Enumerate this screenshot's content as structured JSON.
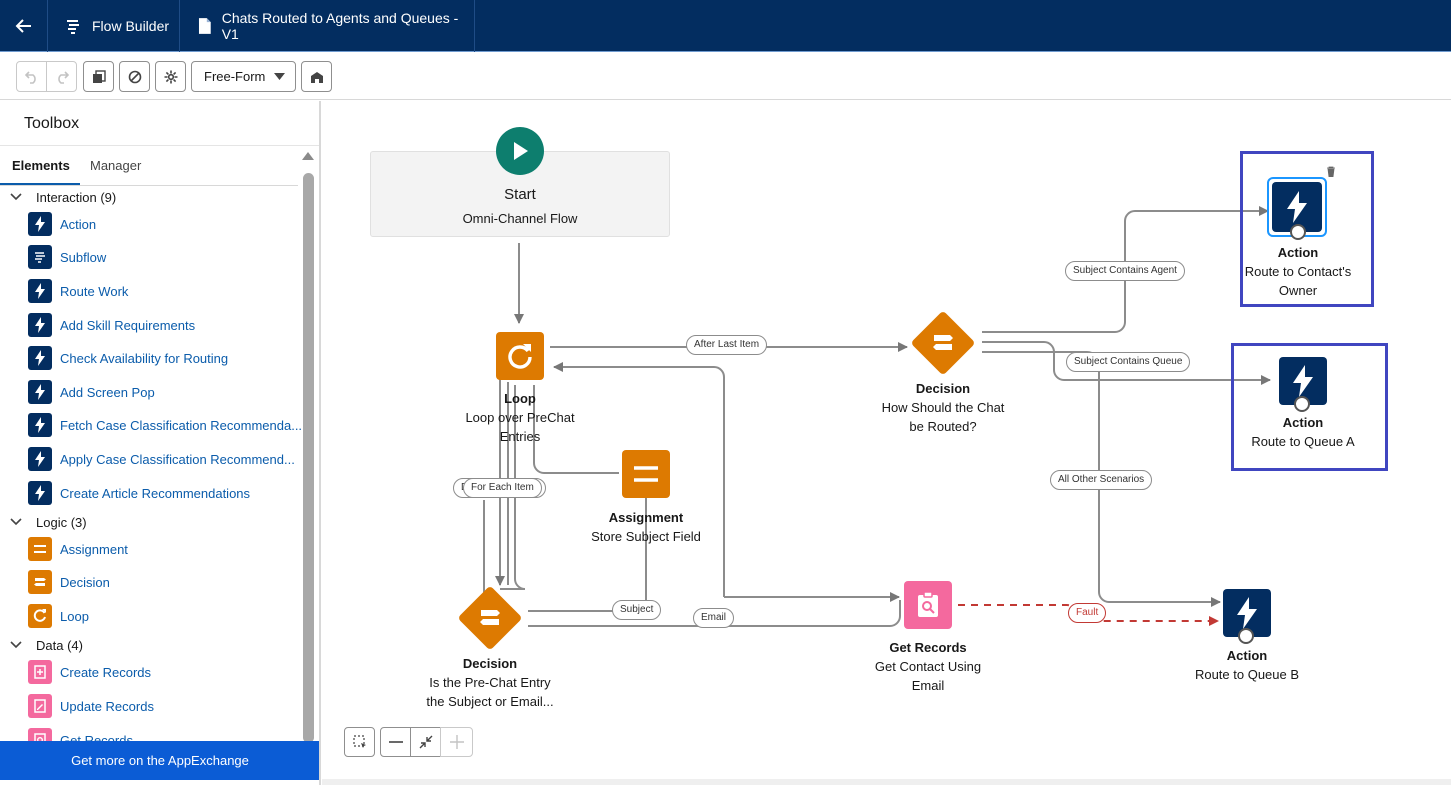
{
  "header": {
    "app_name": "Flow Builder",
    "flow_title": "Chats Routed to Agents and Queues - V1"
  },
  "toolbar": {
    "layout_mode": "Free-Form"
  },
  "toolbox": {
    "title": "Toolbox",
    "tabs": [
      "Elements",
      "Manager"
    ],
    "sections": [
      {
        "label": "Interaction (9)",
        "items": [
          "Action",
          "Subflow",
          "Route Work",
          "Add Skill Requirements",
          "Check Availability for Routing",
          "Add Screen Pop",
          "Fetch Case Classification Recommenda...",
          "Apply Case Classification Recommend...",
          "Create Article Recommendations"
        ]
      },
      {
        "label": "Logic (3)",
        "items": [
          "Assignment",
          "Decision",
          "Loop"
        ]
      },
      {
        "label": "Data (4)",
        "items": [
          "Create Records",
          "Update Records",
          "Get Records"
        ]
      }
    ],
    "appexchange": "Get more on the AppExchange"
  },
  "canvas": {
    "start": {
      "title": "Start",
      "subtitle": "Omni-Channel Flow"
    },
    "loop": {
      "type": "Loop",
      "label_line1": "Loop over PreChat",
      "label_line2": "Entries"
    },
    "assignment": {
      "type": "Assignment",
      "label": "Store Subject Field"
    },
    "decision1": {
      "type": "Decision",
      "label_line1": "How Should the Chat",
      "label_line2": "be Routed?"
    },
    "decision2": {
      "type": "Decision",
      "label_line1": "Is the Pre-Chat Entry",
      "label_line2": "the Subject or Email..."
    },
    "get_records": {
      "type": "Get Records",
      "label_line1": "Get Contact Using",
      "label_line2": "Email"
    },
    "action_owner": {
      "type": "Action",
      "label_line1": "Route to Contact's",
      "label_line2": "Owner"
    },
    "action_queue_a": {
      "type": "Action",
      "label": "Route to Queue A"
    },
    "action_queue_b": {
      "type": "Action",
      "label": "Route to Queue B"
    },
    "connectors": {
      "after_last_item": "After Last Item",
      "for_each_item": "For Each Item",
      "for_each_hidden": "D",
      "subject_contains_agent": "Subject Contains Agent",
      "subject_contains_queue": "Subject Contains Queue",
      "all_other_scenarios": "All Other Scenarios",
      "subject": "Subject",
      "email": "Email",
      "fault": "Fault"
    }
  },
  "colors": {
    "header_bg": "#032d60",
    "action_icon": "#032d60",
    "logic_icon": "#dd7a01",
    "data_icon": "#f4699e",
    "start_icon": "#0d7e6e",
    "selection_border": "#4046c0",
    "link": "#0b5cab",
    "fault": "#c23934"
  }
}
